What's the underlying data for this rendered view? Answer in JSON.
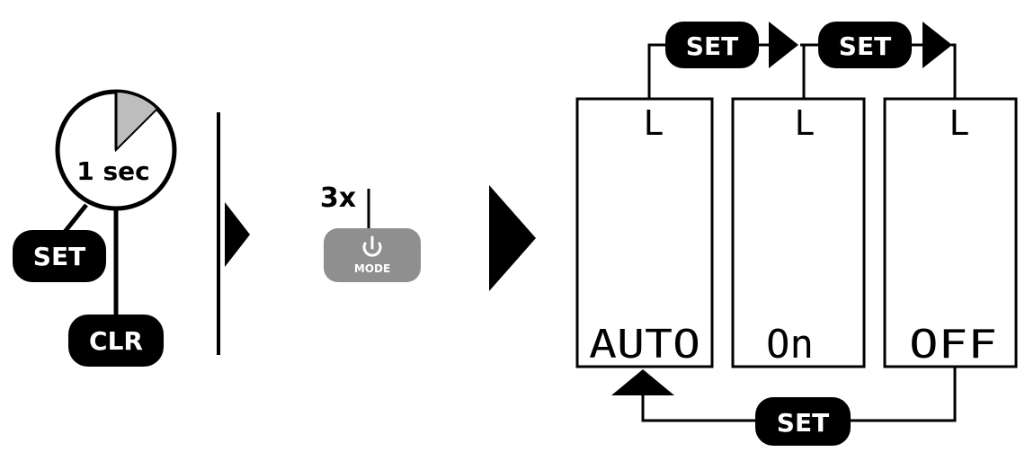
{
  "timer": {
    "label": "1 sec",
    "fill_fraction": 0.125
  },
  "keys": {
    "set": "SET",
    "clr": "CLR"
  },
  "press": {
    "count": "3x",
    "button_label": "MODE",
    "button_icon": "power-icon"
  },
  "cycle": {
    "set_label": "SET",
    "screens": [
      {
        "top": "L",
        "bottom": "AUTO"
      },
      {
        "top": "L",
        "bottom": "On"
      },
      {
        "top": "L",
        "bottom": "OFF"
      }
    ]
  },
  "colors": {
    "ink": "#000000",
    "button_gray": "#8f8f8f",
    "wedge_gray": "#bdbdbd"
  }
}
